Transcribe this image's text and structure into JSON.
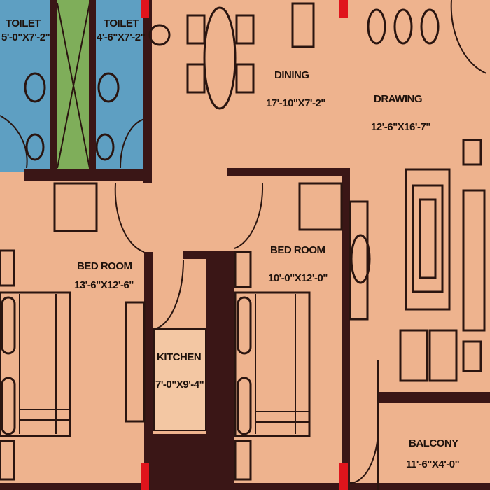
{
  "colors": {
    "floor": "#eeb38e",
    "wall": "#3a1616",
    "toilet": "#5e9fc2",
    "shaft": "#7fae5a",
    "accent": "#e0141c"
  },
  "rooms": [
    {
      "name": "TOILET",
      "size": "5'-0\"X7'-2\""
    },
    {
      "name": "TOILET",
      "size": "4'-6\"X7'-2\""
    },
    {
      "name": "DINING",
      "size": "17'-10\"X7'-2\""
    },
    {
      "name": "DRAWING",
      "size": "12'-6\"X16'-7\""
    },
    {
      "name": "BED ROOM",
      "size": "13'-6\"X12'-6\""
    },
    {
      "name": "BED ROOM",
      "size": "10'-0\"X12'-0\""
    },
    {
      "name": "KITCHEN",
      "size": "7'-0\"X9'-4\""
    },
    {
      "name": "BALCONY",
      "size": "11'-6\"X4'-0\""
    }
  ]
}
